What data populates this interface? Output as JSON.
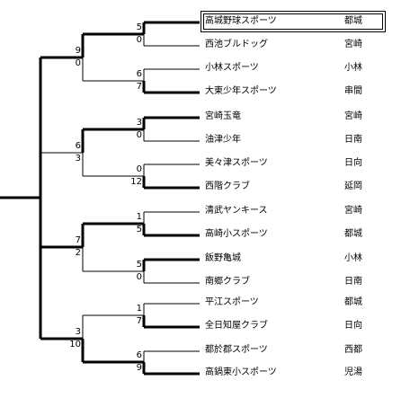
{
  "teams": [
    {
      "name": "高城野球スポーツ",
      "region": "都城"
    },
    {
      "name": "西池ブルドッグ",
      "region": "宮崎"
    },
    {
      "name": "小林スポーツ",
      "region": "小林"
    },
    {
      "name": "大東少年スポーツ",
      "region": "串間"
    },
    {
      "name": "宮崎玉竜",
      "region": "宮崎"
    },
    {
      "name": "油津少年",
      "region": "日南"
    },
    {
      "name": "美々津スポーツ",
      "region": "日向"
    },
    {
      "name": "西階クラブ",
      "region": "延岡"
    },
    {
      "name": "清武ヤンキース",
      "region": "宮崎"
    },
    {
      "name": "高崎小スポーツ",
      "region": "都城"
    },
    {
      "name": "飯野亀城",
      "region": "小林"
    },
    {
      "name": "南郷クラブ",
      "region": "日南"
    },
    {
      "name": "平江スポーツ",
      "region": "都城"
    },
    {
      "name": "全日知屋クラブ",
      "region": "日向"
    },
    {
      "name": "都於郡スポーツ",
      "region": "西都"
    },
    {
      "name": "高鍋東小スポーツ",
      "region": "児湯"
    }
  ],
  "scores": {
    "r1": [
      [
        "5",
        "0"
      ],
      [
        "6",
        "7"
      ],
      [
        "3",
        "0"
      ],
      [
        "0",
        "12"
      ],
      [
        "1",
        "5"
      ],
      [
        "5",
        "0"
      ],
      [
        "1",
        "7"
      ],
      [
        "6",
        "9"
      ]
    ],
    "r2": [
      [
        "9",
        "0"
      ],
      [
        "6",
        "3"
      ],
      [
        "7",
        "2"
      ],
      [
        "3",
        "10"
      ]
    ]
  },
  "champion_index": 0
}
